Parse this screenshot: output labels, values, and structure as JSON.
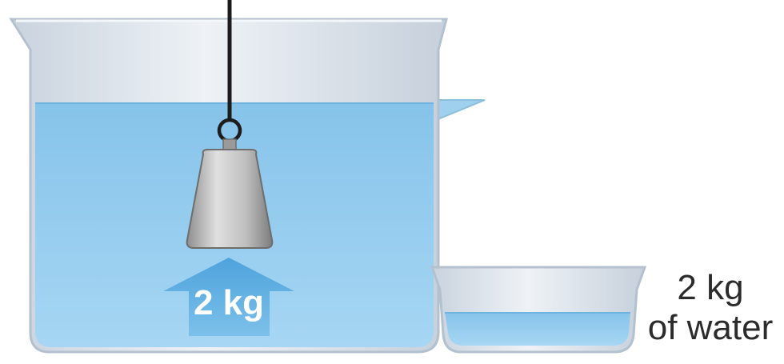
{
  "force_arrow": {
    "label": "2 kg"
  },
  "displaced_water": {
    "line1": "2 kg",
    "line2": "of water"
  },
  "colors": {
    "water": "#8cc8ec",
    "glass": "#dfe6ee",
    "glass_edge": "#b8c6d4",
    "arrow": "#5aaee0",
    "weight": "#a8a8a8",
    "string": "#1c1c1c"
  },
  "icons": {
    "hanging_weight": "metal-weight-icon",
    "buoyancy_arrow": "up-arrow-icon"
  }
}
